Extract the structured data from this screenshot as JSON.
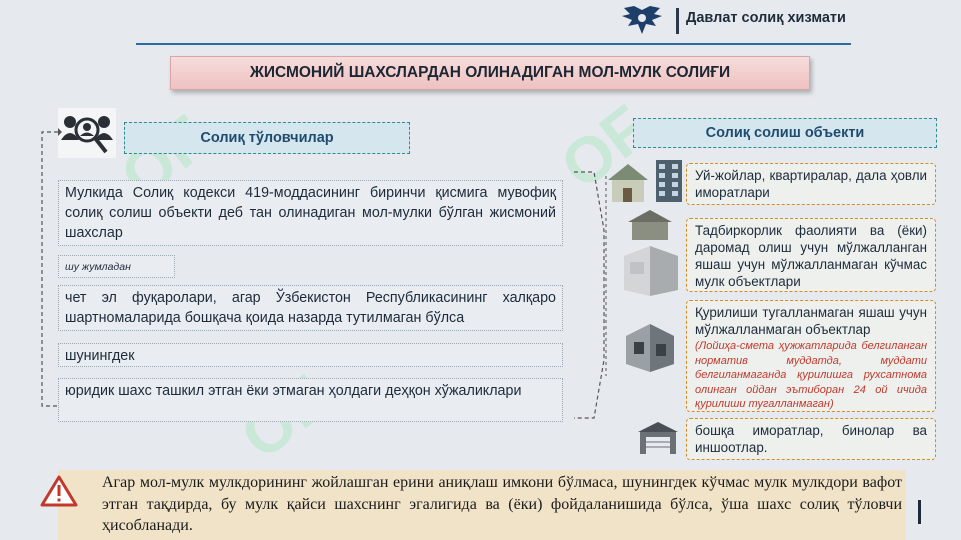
{
  "header": {
    "org_name": "Давлат солиқ хизмати"
  },
  "title": "ЖИСМОНИЙ ШАХСЛАРДАН ОЛИНАДИГАН МОЛ-МУЛК СОЛИҒИ",
  "left": {
    "header": "Солиқ тўловчилар",
    "items": [
      "Мулкида Солиқ кодекси 419-моддасининг биринчи қисмига мувофиқ солиқ солиш объекти деб тан олинадиган мол-мулки бўлган жисмоний шахслар",
      "шу жумладан",
      "чет эл фуқаролари, агар Ўзбекистон Республикасининг халқаро шартномаларида бошқача қоида назарда тутилмаган бўлса",
      "шунингдек",
      "юридик шахс ташкил этган ёки этмаган ҳолдаги деҳқон хўжаликлари"
    ]
  },
  "right": {
    "header": "Солиқ солиш объекти",
    "items": [
      {
        "text": "Уй-жойлар, квартиралар, дала ҳовли иморатлари"
      },
      {
        "text": "Тадбиркорлик фаолияти ва (ёки) даромад олиш учун мўлжалланган яшаш учун мўлжалланмаган кўчмас мулк объектлари"
      },
      {
        "text": "Қурилиши тугалланмаган яшаш учун мўлжалланмаган объектлар",
        "note": "(Лойиҳа-смета ҳужжатларида белгиланган норматив муддатда, муддати белгиланмаганда қурилишга рухсатнома олинган ойдан эътиборан 24 ой ичида қурилиши тугалланмаган)"
      },
      {
        "text": "бошқа иморатлар, бинолар ва иншоотлар."
      }
    ]
  },
  "warning": "Агар мол-мулк мулкдорининг жойлашган ерини аниқлаш имкони бўлмаса, шунингдек кўчмас мулк мулкдори вафот этган тақдирда, бу мулк қайси шахснинг эгалигида ва (ёки) фойдаланишида бўлса, ўша шахс солиқ тўловчи ҳисобланади.",
  "icons": {
    "logo": "eagle-emblem-icon",
    "payers": "people-search-icon",
    "house": "house-icon",
    "office": "office-building-icon",
    "unfinished": "unfinished-building-icon",
    "construction": "construction-icon",
    "garage": "garage-icon",
    "warning": "warning-triangle-icon"
  },
  "colors": {
    "accent_blue": "#2e6da4",
    "orange_border": "#d68a22",
    "teal_border": "#2b8c8c",
    "warning_red": "#c0392b",
    "footer_bg": "#f1e3c7"
  }
}
